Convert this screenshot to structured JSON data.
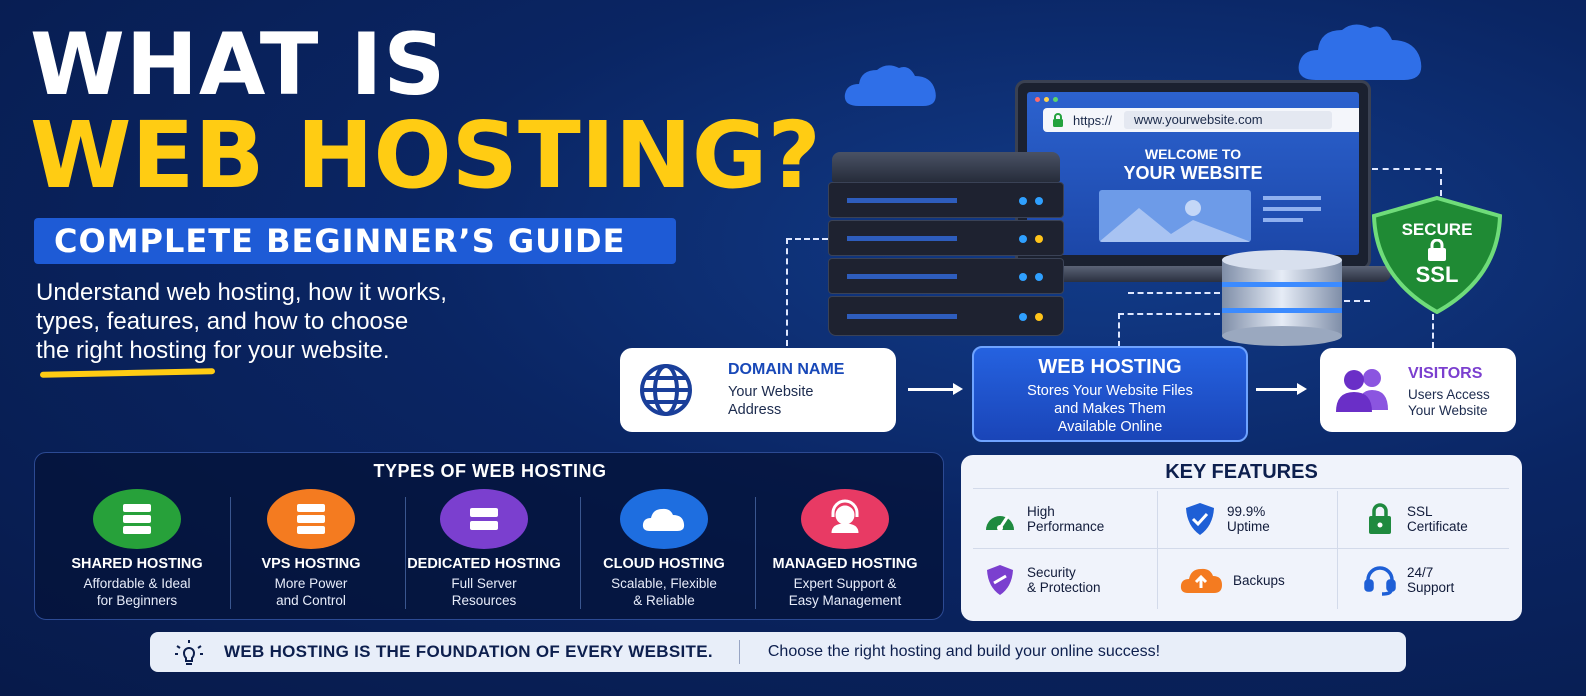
{
  "hero": {
    "title_line1": "WHAT IS",
    "title_line2": "WEB HOSTING?",
    "guide_label": "COMPLETE BEGINNER’S GUIDE",
    "subtitle_lines": [
      "Understand web hosting, how it works,",
      "types, features, and how to choose",
      "the right hosting for your website."
    ]
  },
  "browser": {
    "url_prefix": "https://",
    "url": "www.yourwebsite.com",
    "welcome_line1": "WELCOME TO",
    "welcome_line2": "YOUR WEBSITE"
  },
  "ssl_badge": {
    "line1": "SECURE",
    "line2": "SSL"
  },
  "flow": {
    "domain": {
      "title": "DOMAIN NAME",
      "text_lines": [
        "Your Website",
        "Address"
      ]
    },
    "hosting": {
      "title": "WEB HOSTING",
      "text_lines": [
        "Stores Your Website Files",
        "and Makes Them",
        "Available Online"
      ]
    },
    "visitors": {
      "title": "VISITORS",
      "text_lines": [
        "Users Access",
        "Your Website"
      ]
    }
  },
  "types": {
    "title": "TYPES OF WEB HOSTING",
    "items": [
      {
        "name": "SHARED HOSTING",
        "desc_lines": [
          "Affordable & Ideal",
          "for Beginners"
        ],
        "color": "#27a13a",
        "icon": "server-stack-icon"
      },
      {
        "name": "VPS HOSTING",
        "desc_lines": [
          "More Power",
          "and Control"
        ],
        "color": "#f47b20",
        "icon": "server-stack-icon"
      },
      {
        "name": "DEDICATED HOSTING",
        "desc_lines": [
          "Full Server",
          "Resources"
        ],
        "color": "#7b3fcf",
        "icon": "server-icon"
      },
      {
        "name": "CLOUD HOSTING",
        "desc_lines": [
          "Scalable, Flexible",
          "& Reliable"
        ],
        "color": "#1e6ee0",
        "icon": "cloud-icon"
      },
      {
        "name": "MANAGED HOSTING",
        "desc_lines": [
          "Expert Support &",
          "Easy Management"
        ],
        "color": "#e83a64",
        "icon": "headset-icon"
      }
    ]
  },
  "features": {
    "title": "KEY FEATURES",
    "items": [
      {
        "lines": [
          "High",
          "Performance"
        ],
        "icon": "speedometer-icon",
        "color": "#1f8a3f"
      },
      {
        "lines": [
          "99.9%",
          "Uptime"
        ],
        "icon": "shield-check-icon",
        "color": "#1e5fd6"
      },
      {
        "lines": [
          "SSL",
          "Certificate"
        ],
        "icon": "lock-icon",
        "color": "#1f8a3f"
      },
      {
        "lines": [
          "Security",
          "& Protection"
        ],
        "icon": "security-shield-icon",
        "color": "#7b3fcf"
      },
      {
        "lines": [
          "Backups"
        ],
        "icon": "cloud-upload-icon",
        "color": "#f47b20"
      },
      {
        "lines": [
          "24/7",
          "Support"
        ],
        "icon": "headset-icon",
        "color": "#1e5fd6"
      }
    ]
  },
  "banner": {
    "main": "WEB HOSTING IS THE FOUNDATION OF EVERY WEBSITE.",
    "tagline": "Choose the right hosting and build your online success!"
  },
  "colors": {
    "accent_yellow": "#ffcc13",
    "accent_blue": "#1e5bd6",
    "background": "#0a2563"
  }
}
